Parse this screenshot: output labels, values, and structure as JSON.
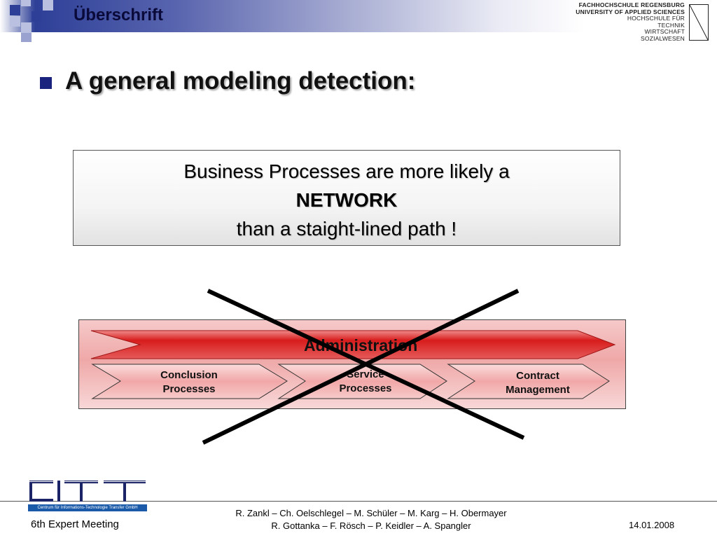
{
  "header": {
    "title": "Überschrift",
    "colors": {
      "band_dark": "#2d3f97",
      "band_light": "#e9eaf4",
      "square_dark": "#2d3f97",
      "square_light": "#9aa3d0"
    }
  },
  "university_logo": {
    "lines": [
      "FACHHOCHSCHULE REGENSBURG",
      "UNIVERSITY OF APPLIED SCIENCES",
      "HOCHSCHULE FÜR",
      "TECHNIK",
      "WIRTSCHAFT",
      "SOZIALWESEN"
    ]
  },
  "slide": {
    "heading": "A general modeling detection:",
    "statement": {
      "line1": "Business Processes are more likely a",
      "line2": "NETWORK",
      "line3": "than a staight-lined path !"
    }
  },
  "diagram": {
    "admin_label": "Administration",
    "processes": [
      {
        "line1": "Conclusion",
        "line2": "Processes"
      },
      {
        "line1": "Service",
        "line2": "Processes"
      },
      {
        "line1": "Contract",
        "line2": "Management"
      }
    ],
    "colors": {
      "chevron_red": "#d81c1c",
      "chevron_pink": "#f3b4b4",
      "cross": "#000000"
    }
  },
  "footer": {
    "citt_caption": "Centrum für Informations-Technologie Transfer GmbH",
    "event": "6th Expert Meeting",
    "authors_line1": "R. Zankl – Ch. Oelschlegel – M. Schüler – M. Karg – H. Obermayer",
    "authors_line2": "R. Gottanka – F. Rösch – P. Keidler – A. Spangler",
    "date": "14.01.2008"
  }
}
